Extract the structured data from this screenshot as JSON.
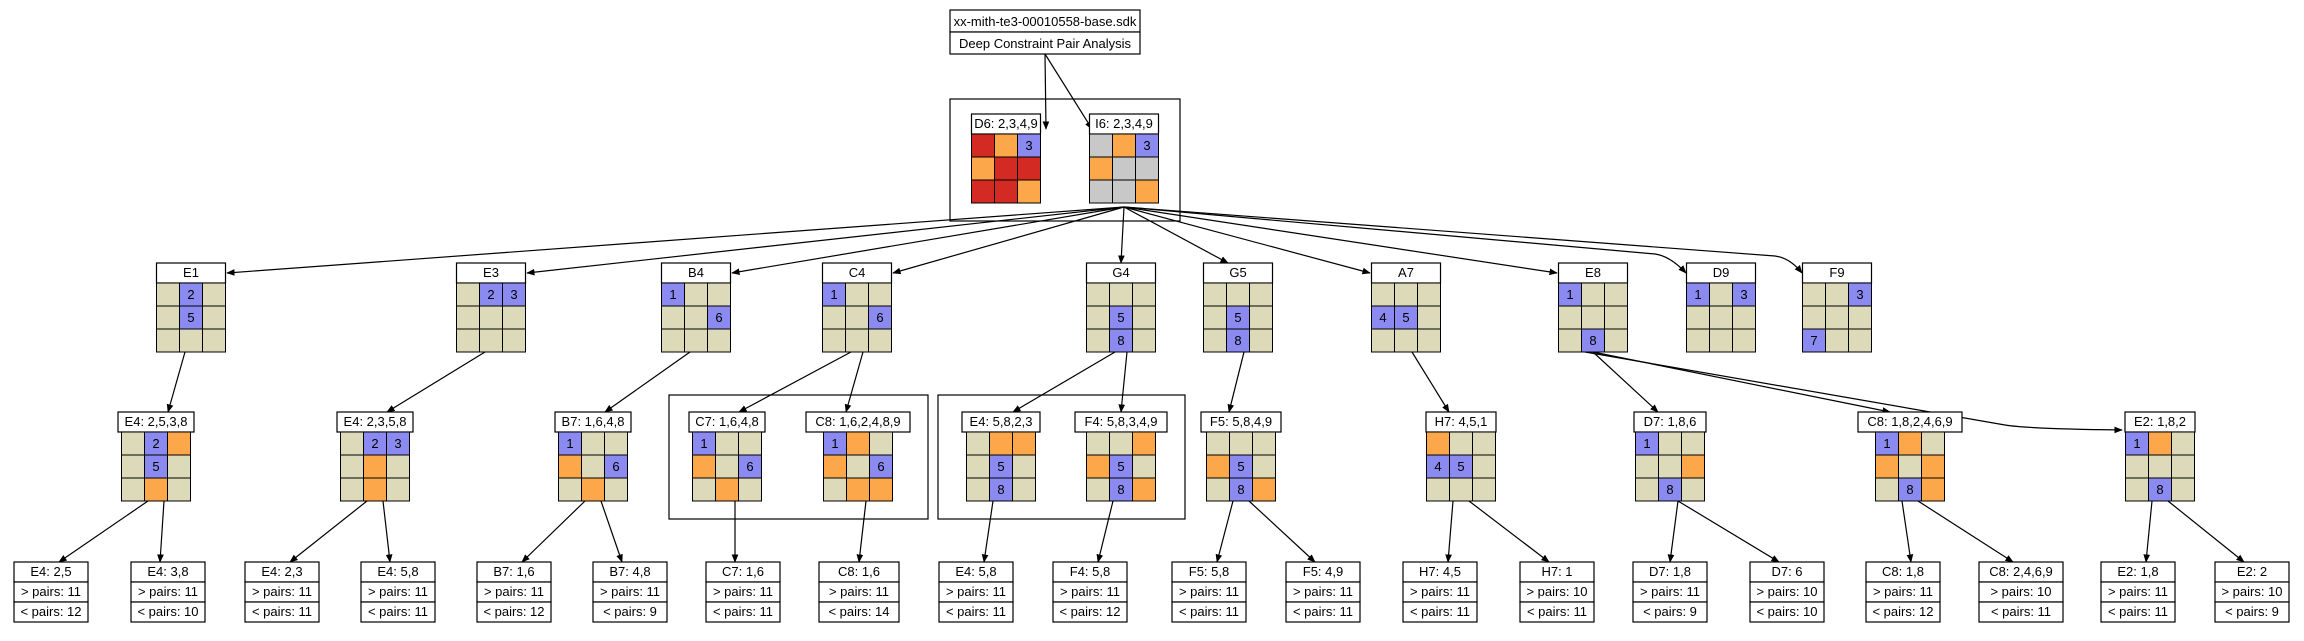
{
  "colors": {
    "empty": "#dcdab8",
    "blue": "#8a8af0",
    "orange": "#fca84a",
    "red": "#d42a24",
    "gray": "#c8c8c8"
  },
  "root": {
    "title": "xx-mith-te3-00010558-base.sdk",
    "subtitle": "Deep Constraint Pair Analysis"
  },
  "level1": [
    {
      "id": "D6",
      "label": "D6: 2,3,4,9",
      "cells": [
        "R",
        "O",
        "B3",
        "O",
        "R",
        "R",
        "R",
        "R",
        "O"
      ]
    },
    {
      "id": "I6",
      "label": "I6: 2,3,4,9",
      "cells": [
        "G",
        "O",
        "B3",
        "O",
        "G",
        "G",
        "G",
        "G",
        "O"
      ]
    }
  ],
  "level2": [
    {
      "id": "E1",
      "label": "E1",
      "cells": [
        "E",
        "B2",
        "E",
        "E",
        "B5",
        "E",
        "E",
        "E",
        "E"
      ]
    },
    {
      "id": "E3",
      "label": "E3",
      "cells": [
        "E",
        "B2",
        "B3",
        "E",
        "E",
        "E",
        "E",
        "E",
        "E"
      ]
    },
    {
      "id": "B4",
      "label": "B4",
      "cells": [
        "B1",
        "E",
        "E",
        "E",
        "E",
        "B6",
        "E",
        "E",
        "E"
      ]
    },
    {
      "id": "C4",
      "label": "C4",
      "cells": [
        "B1",
        "E",
        "E",
        "E",
        "E",
        "B6",
        "E",
        "E",
        "E"
      ]
    },
    {
      "id": "G4",
      "label": "G4",
      "cells": [
        "E",
        "E",
        "E",
        "E",
        "B5",
        "E",
        "E",
        "B8",
        "E"
      ]
    },
    {
      "id": "G5",
      "label": "G5",
      "cells": [
        "E",
        "E",
        "E",
        "E",
        "B5",
        "E",
        "E",
        "B8",
        "E"
      ]
    },
    {
      "id": "A7",
      "label": "A7",
      "cells": [
        "E",
        "E",
        "E",
        "B4",
        "B5",
        "E",
        "E",
        "E",
        "E"
      ]
    },
    {
      "id": "E8",
      "label": "E8",
      "cells": [
        "B1",
        "E",
        "E",
        "E",
        "E",
        "E",
        "E",
        "B8",
        "E"
      ]
    },
    {
      "id": "D9",
      "label": "D9",
      "cells": [
        "B1",
        "E",
        "B3",
        "E",
        "E",
        "E",
        "E",
        "E",
        "E"
      ]
    },
    {
      "id": "F9",
      "label": "F9",
      "cells": [
        "E",
        "E",
        "B3",
        "E",
        "E",
        "E",
        "B7",
        "E",
        "E"
      ]
    }
  ],
  "level3": [
    {
      "id": "E1c",
      "label": "E4: 2,5,3,8",
      "cells": [
        "E",
        "B2",
        "O",
        "E",
        "B5",
        "E",
        "E",
        "O",
        "E"
      ]
    },
    {
      "id": "E3c",
      "label": "E4: 2,3,5,8",
      "cells": [
        "E",
        "B2",
        "B3",
        "E",
        "O",
        "E",
        "E",
        "O",
        "E"
      ]
    },
    {
      "id": "B4c",
      "label": "B7: 1,6,4,8",
      "cells": [
        "B1",
        "E",
        "E",
        "O",
        "E",
        "B6",
        "E",
        "O",
        "E"
      ]
    },
    {
      "id": "C4a",
      "label": "C7: 1,6,4,8",
      "cells": [
        "B1",
        "E",
        "E",
        "O",
        "E",
        "B6",
        "E",
        "O",
        "E"
      ]
    },
    {
      "id": "C4b",
      "label": "C8: 1,6,2,4,8,9",
      "cells": [
        "B1",
        "O",
        "E",
        "O",
        "E",
        "B6",
        "E",
        "O",
        "O"
      ]
    },
    {
      "id": "G4a",
      "label": "E4: 5,8,2,3",
      "cells": [
        "E",
        "O",
        "O",
        "E",
        "B5",
        "E",
        "E",
        "B8",
        "E"
      ]
    },
    {
      "id": "G4b",
      "label": "F4: 5,8,3,4,9",
      "cells": [
        "E",
        "E",
        "O",
        "O",
        "B5",
        "E",
        "E",
        "B8",
        "O"
      ]
    },
    {
      "id": "G5c",
      "label": "F5: 5,8,4,9",
      "cells": [
        "E",
        "E",
        "E",
        "O",
        "B5",
        "E",
        "E",
        "B8",
        "O"
      ]
    },
    {
      "id": "A7c",
      "label": "H7: 4,5,1",
      "cells": [
        "O",
        "E",
        "E",
        "B4",
        "B5",
        "E",
        "E",
        "E",
        "E"
      ]
    },
    {
      "id": "E8a",
      "label": "D7: 1,8,6",
      "cells": [
        "B1",
        "E",
        "E",
        "E",
        "E",
        "O",
        "E",
        "B8",
        "E"
      ]
    },
    {
      "id": "E8b",
      "label": "C8: 1,8,2,4,6,9",
      "cells": [
        "B1",
        "O",
        "E",
        "O",
        "E",
        "O",
        "E",
        "B8",
        "O"
      ]
    },
    {
      "id": "E8c",
      "label": "E2: 1,8,2",
      "cells": [
        "B1",
        "O",
        "E",
        "E",
        "E",
        "E",
        "E",
        "B8",
        "E"
      ]
    }
  ],
  "leaves": [
    {
      "title": "E4: 2,5",
      "gt": "> pairs: 11",
      "lt": "< pairs: 12"
    },
    {
      "title": "E4: 3,8",
      "gt": "> pairs: 11",
      "lt": "< pairs: 10"
    },
    {
      "title": "E4: 2,3",
      "gt": "> pairs: 11",
      "lt": "< pairs: 11"
    },
    {
      "title": "E4: 5,8",
      "gt": "> pairs: 11",
      "lt": "< pairs: 11"
    },
    {
      "title": "B7: 1,6",
      "gt": "> pairs: 11",
      "lt": "< pairs: 12"
    },
    {
      "title": "B7: 4,8",
      "gt": "> pairs: 11",
      "lt": "< pairs: 9"
    },
    {
      "title": "C7: 1,6",
      "gt": "> pairs: 11",
      "lt": "< pairs: 11"
    },
    {
      "title": "C8: 1,6",
      "gt": "> pairs: 11",
      "lt": "< pairs: 14"
    },
    {
      "title": "E4: 5,8",
      "gt": "> pairs: 11",
      "lt": "< pairs: 11"
    },
    {
      "title": "F4: 5,8",
      "gt": "> pairs: 11",
      "lt": "< pairs: 12"
    },
    {
      "title": "F5: 5,8",
      "gt": "> pairs: 11",
      "lt": "< pairs: 11"
    },
    {
      "title": "F5: 4,9",
      "gt": "> pairs: 11",
      "lt": "< pairs: 11"
    },
    {
      "title": "H7: 4,5",
      "gt": "> pairs: 11",
      "lt": "< pairs: 11"
    },
    {
      "title": "H7: 1",
      "gt": "> pairs: 10",
      "lt": "< pairs: 11"
    },
    {
      "title": "D7: 1,8",
      "gt": "> pairs: 11",
      "lt": "< pairs: 9"
    },
    {
      "title": "D7: 6",
      "gt": "> pairs: 10",
      "lt": "< pairs: 10"
    },
    {
      "title": "C8: 1,8",
      "gt": "> pairs: 11",
      "lt": "< pairs: 12"
    },
    {
      "title": "C8: 2,4,6,9",
      "gt": "> pairs: 10",
      "lt": "< pairs: 11"
    },
    {
      "title": "E2: 1,8",
      "gt": "> pairs: 11",
      "lt": "< pairs: 11"
    },
    {
      "title": "E2: 2",
      "gt": "> pairs: 10",
      "lt": "< pairs: 9"
    }
  ]
}
